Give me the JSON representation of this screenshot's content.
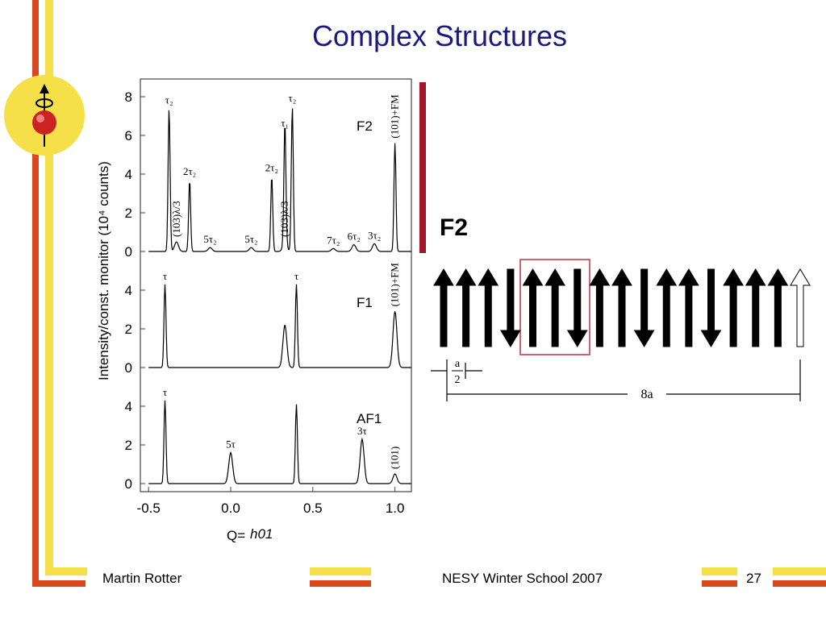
{
  "slide": {
    "title": "Complex Structures",
    "author": "Martin Rotter",
    "event": "NESY Winter School 2007",
    "page": "27",
    "colors": {
      "title": "#1a1a80",
      "accent_orange": "#d9481c",
      "accent_yellow": "#f5e04a",
      "bar_red": "#a0182a"
    }
  },
  "diagram": {
    "label": "F2",
    "spins": [
      "up",
      "up",
      "up",
      "down",
      "up",
      "up",
      "down",
      "up",
      "up",
      "down",
      "up",
      "up",
      "down",
      "up",
      "up",
      "up",
      "up-open"
    ],
    "dim_small_num": "a",
    "dim_small_den": "2",
    "dim_large": "8a"
  },
  "chart_data": {
    "type": "line",
    "xlabel": "h01",
    "xlabel_prefix": "Q=",
    "ylabel": "Intensity/const. monitor (10⁴ counts)",
    "x_ticks": [
      "-0.5",
      "0.0",
      "0.5",
      "1.0"
    ],
    "xlim": [
      -0.55,
      1.1
    ],
    "panels": [
      {
        "name": "F2",
        "y_ticks": [
          "0",
          "2",
          "4",
          "6",
          "8"
        ],
        "ylim": [
          0,
          8
        ],
        "peaks": [
          {
            "x": -0.375,
            "y": 7.4,
            "label": "τ₂"
          },
          {
            "x": -0.33,
            "y": 0.5,
            "label": "(103)λ/3"
          },
          {
            "x": -0.25,
            "y": 3.7,
            "label": "2τ₂"
          },
          {
            "x": -0.125,
            "y": 0.2,
            "label": "5τ₂"
          },
          {
            "x": 0.125,
            "y": 0.2,
            "label": "5τ₂"
          },
          {
            "x": 0.25,
            "y": 3.9,
            "label": "2τ₂"
          },
          {
            "x": 0.33,
            "y": 6.2,
            "label": "τ₁"
          },
          {
            "x": 0.375,
            "y": 7.5,
            "label": "τ₂"
          },
          {
            "x": 0.33,
            "y": 0.5,
            "label": "(103)λ/3"
          },
          {
            "x": 0.625,
            "y": 0.15,
            "label": "7τ₂"
          },
          {
            "x": 0.75,
            "y": 0.35,
            "label": "6τ₂"
          },
          {
            "x": 0.875,
            "y": 0.4,
            "label": "3τ₂"
          },
          {
            "x": 1.0,
            "y": 5.6,
            "label": "(101)+FM"
          }
        ]
      },
      {
        "name": "F1",
        "y_ticks": [
          "0",
          "2",
          "4"
        ],
        "ylim": [
          0,
          4
        ],
        "peaks": [
          {
            "x": -0.4,
            "y": 4.3,
            "label": "τ"
          },
          {
            "x": 0.4,
            "y": 4.3,
            "label": "τ"
          },
          {
            "x": 0.33,
            "y": 2.2,
            "label": ""
          },
          {
            "x": 1.0,
            "y": 2.9,
            "label": "(101)+FM"
          }
        ]
      },
      {
        "name": "AF1",
        "y_ticks": [
          "0",
          "2",
          "4"
        ],
        "ylim": [
          0,
          4
        ],
        "peaks": [
          {
            "x": -0.4,
            "y": 4.3,
            "label": "τ"
          },
          {
            "x": 0.0,
            "y": 1.6,
            "label": "5τ"
          },
          {
            "x": 0.4,
            "y": 4.1,
            "label": ""
          },
          {
            "x": 0.8,
            "y": 2.3,
            "label": "3τ"
          },
          {
            "x": 1.0,
            "y": 0.5,
            "label": "(101)"
          }
        ]
      }
    ]
  }
}
